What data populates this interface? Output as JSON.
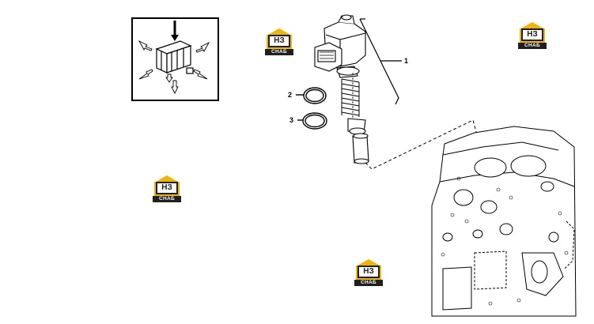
{
  "callouts": [
    {
      "id": "1",
      "label": "1"
    },
    {
      "id": "2",
      "label": "2"
    },
    {
      "id": "3",
      "label": "3"
    }
  ],
  "watermark": {
    "mark": "НЗ",
    "text": "СНАБ",
    "roof_color": "#f2b400",
    "dark_color": "#1f1f1f"
  },
  "detail_inset": {
    "icon": "pump-element-press-icon"
  }
}
